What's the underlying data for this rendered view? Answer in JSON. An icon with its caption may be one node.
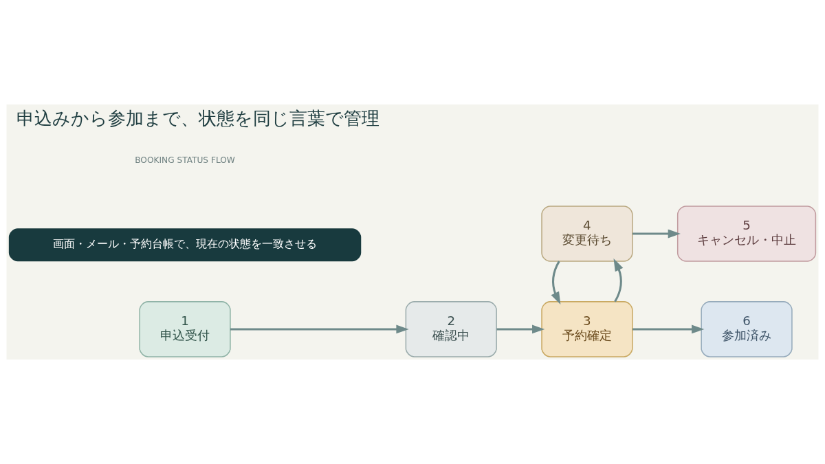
{
  "diagram": {
    "title": "申込みから参加まで、状態を同じ言葉で管理",
    "nodes": [
      {
        "text": [
          "1",
          "申込受付"
        ]
      },
      {
        "text": [
          "2",
          "確認中"
        ]
      },
      {
        "text": [
          "3",
          "予約確定"
        ]
      },
      {
        "text": [
          "6",
          "参加済み"
        ]
      },
      {
        "text": [
          "4",
          "変更待ち"
        ]
      },
      {
        "text": [
          "5",
          "キャンセル・中止"
        ]
      },
      {
        "text": [
          "画面・メール・予約台帳で、現在の状態を一致させる"
        ]
      }
    ],
    "edges": [
      {
        "from": 0,
        "to": 1,
        "arrow": "to"
      },
      {
        "from": 1,
        "to": 2,
        "arrow": "to"
      },
      {
        "from": 2,
        "to": 3,
        "arrow": "to"
      },
      {
        "from": 2,
        "to": 4,
        "arrow": "to"
      },
      {
        "from": 4,
        "to": 2,
        "arrow": "to"
      },
      {
        "from": 4,
        "to": 5,
        "arrow": "to"
      }
    ],
    "labels": [
      "BOOKING STATUS FLOW"
    ]
  }
}
